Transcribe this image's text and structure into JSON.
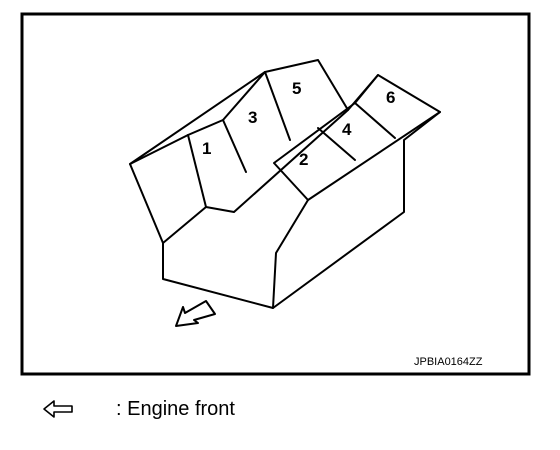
{
  "cylinders": {
    "c1": "1",
    "c2": "2",
    "c3": "3",
    "c4": "4",
    "c5": "5",
    "c6": "6"
  },
  "figure_code": "JPBIA0164ZZ",
  "legend": {
    "icon": "hollow-left-arrow-icon",
    "text": ": Engine front"
  }
}
